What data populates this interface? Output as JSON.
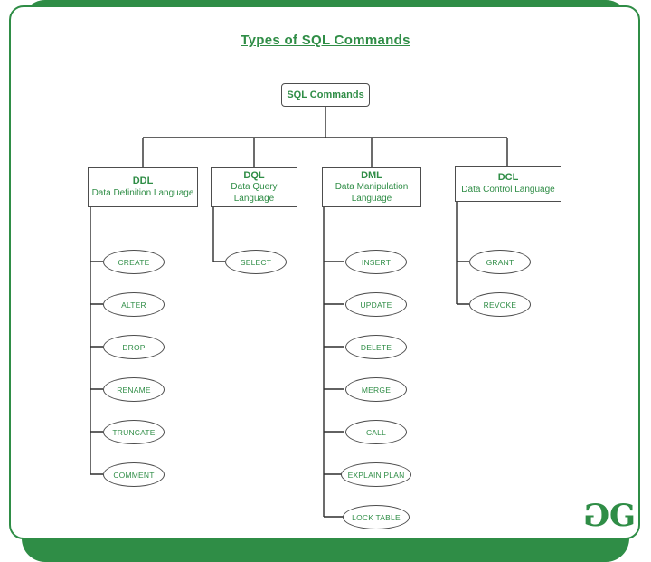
{
  "page": {
    "title": "Types of SQL Commands"
  },
  "root": {
    "label": "SQL Commands"
  },
  "categories": [
    {
      "abbr": "DDL",
      "name": "Data Definition Language",
      "items": [
        "CREATE",
        "ALTER",
        "DROP",
        "RENAME",
        "TRUNCATE",
        "COMMENT"
      ]
    },
    {
      "abbr": "DQL",
      "name": "Data Query Language",
      "items": [
        "SELECT"
      ]
    },
    {
      "abbr": "DML",
      "name": "Data Manipulation Language",
      "items": [
        "INSERT",
        "UPDATE",
        "DELETE",
        "MERGE",
        "CALL",
        "EXPLAIN PLAN",
        "LOCK TABLE"
      ]
    },
    {
      "abbr": "DCL",
      "name": "Data Control Language",
      "items": [
        "GRANT",
        "REVOKE"
      ]
    }
  ],
  "logo": {
    "g1": "G",
    "g2": "G"
  },
  "colors": {
    "accent_green": "#2f8d46",
    "line": "#2e2e2e",
    "node_border": "#4d4d4d"
  }
}
